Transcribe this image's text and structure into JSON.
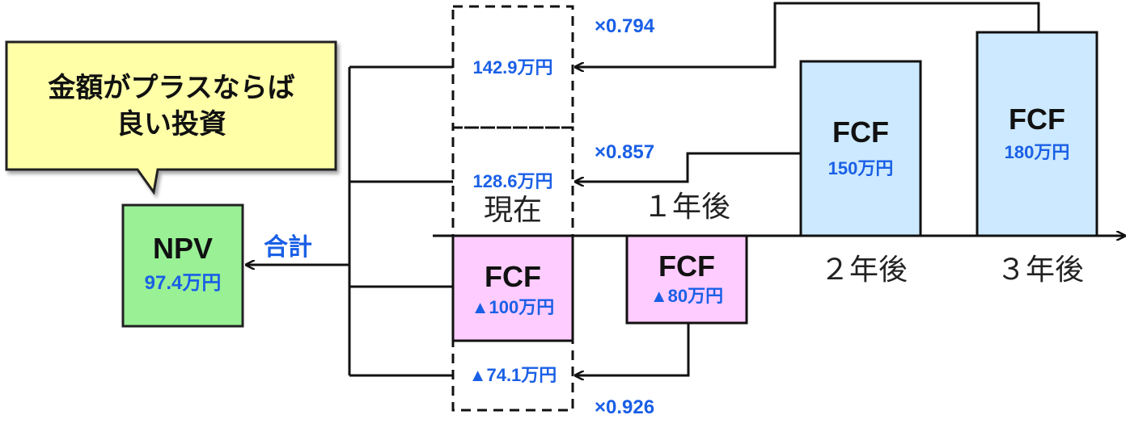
{
  "callout": {
    "line1": "金額がプラスならば",
    "line2": "良い投資"
  },
  "npv": {
    "title": "NPV",
    "value": "97.4万円"
  },
  "sum_label": "合計",
  "present_values": {
    "pv3": "142.9万円",
    "pv2": "128.6万円",
    "pv1": "▲74.1万円"
  },
  "factors": {
    "f3": "×0.794",
    "f2": "×0.857",
    "f1": "×0.926"
  },
  "time_labels": {
    "now": "現在",
    "year1": "１年後",
    "year2": "２年後",
    "year3": "３年後"
  },
  "fcf": {
    "now": {
      "title": "FCF",
      "value": "▲100万円"
    },
    "year1": {
      "title": "FCF",
      "value": "▲80万円"
    },
    "year2": {
      "title": "FCF",
      "value": "150万円"
    },
    "year3": {
      "title": "FCF",
      "value": "180万円"
    }
  },
  "colors": {
    "callout_fill": "#ffffa8",
    "npv_fill": "#99f095",
    "negative_fcf_fill": "#ffccff",
    "positive_fcf_fill": "#cce9ff",
    "value_text": "#1a5fe6"
  }
}
